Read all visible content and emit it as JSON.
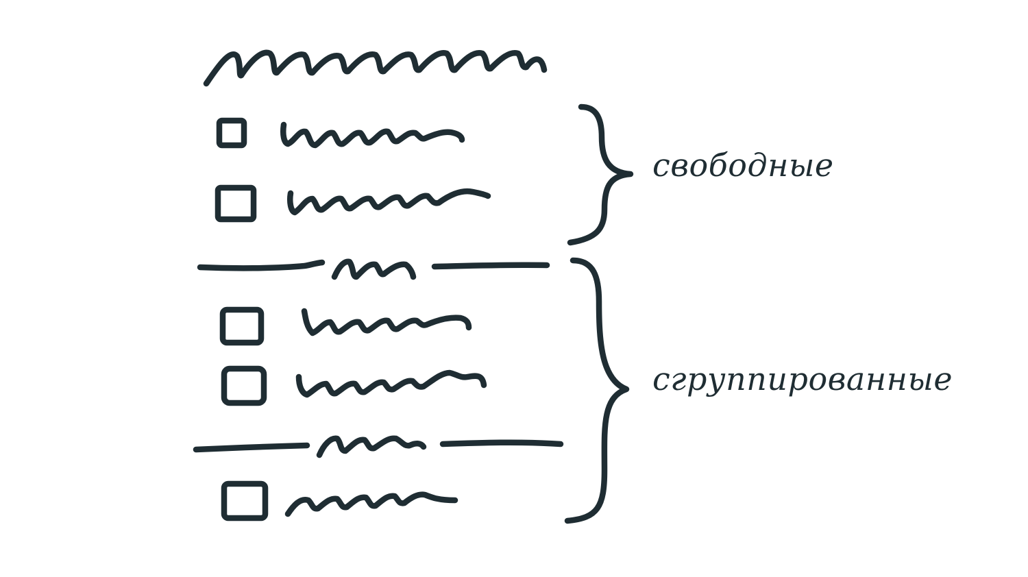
{
  "colors": {
    "ink": "#1f2d33",
    "background": "#ffffff"
  },
  "groups": {
    "free_label": "свободные",
    "grouped_label": "сгруппированные"
  },
  "items": {
    "free_checkbox_count": 2,
    "grouped_sections": [
      {
        "checkbox_count": 2
      },
      {
        "checkbox_count": 1
      }
    ]
  }
}
